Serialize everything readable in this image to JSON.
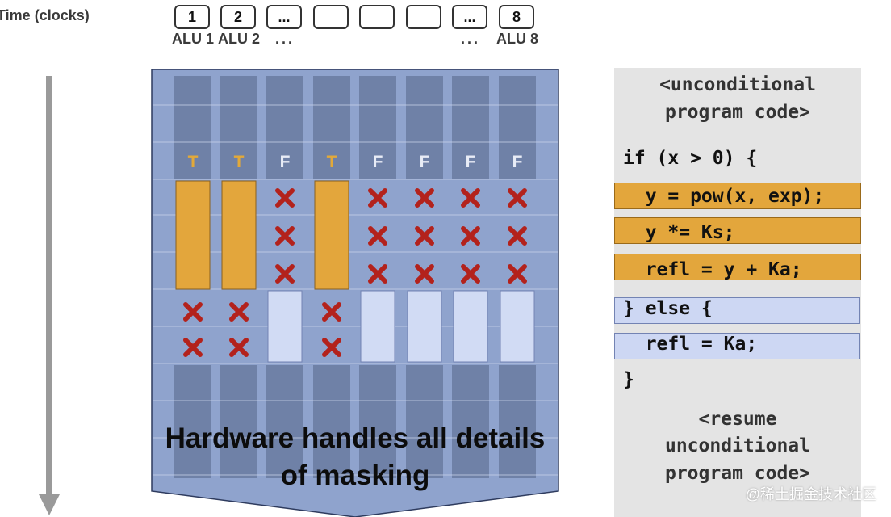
{
  "time_axis": {
    "label": "Time (clocks)"
  },
  "alus": {
    "boxes": [
      "1",
      "2",
      "...",
      "",
      "",
      "",
      "...",
      "8"
    ],
    "labels": [
      "ALU 1",
      "ALU 2",
      "...",
      "",
      "",
      "",
      "...",
      "ALU 8"
    ]
  },
  "lanes": {
    "conditions": [
      "T",
      "T",
      "F",
      "T",
      "F",
      "F",
      "F",
      "F"
    ],
    "if_branch_active": [
      true,
      true,
      false,
      true,
      false,
      false,
      false,
      false
    ],
    "if_branch_steps": 3,
    "else_branch_steps": 2,
    "masked_glyph": "✖"
  },
  "caption": {
    "line1": "Hardware handles all details",
    "line2": "of masking"
  },
  "code": {
    "header1": "<unconditional",
    "header2": "program code>",
    "if_line": "if (x > 0) {",
    "stmt1": "  y = pow(x, exp);",
    "stmt2": "  y *= Ks;",
    "stmt3": "  refl = y + Ka;",
    "else_line": "} else {",
    "stmt4": "  refl = Ka;",
    "close_line": "}",
    "footer1": "<resume",
    "footer2": "unconditional",
    "footer3": "program code>"
  },
  "colors": {
    "true_text": "#e2a93a",
    "false_text": "#e8ecf6",
    "active_bar": "#e3a63c",
    "else_bar": "#d1dbf4",
    "mask_x": "#b3221c",
    "background_shape": "#8fa3cd",
    "idle_column": "#6f81a7"
  },
  "watermark": "@稀土掘金技术社区"
}
